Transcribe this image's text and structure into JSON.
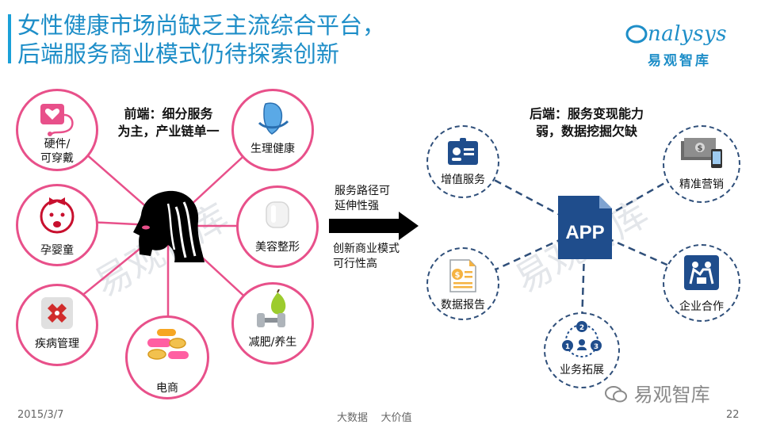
{
  "title": {
    "line1": "女性健康市场尚缺乏主流综合平台，",
    "line2": "后端服务商业模式仍待探索创新"
  },
  "logo": {
    "main": "nalysys",
    "sub": "易观智库"
  },
  "left_heading": {
    "line1": "前端：细分服务",
    "line2": "为主，产业链单一"
  },
  "right_heading": {
    "line1": "后端：服务变现能力",
    "line2": "弱，数据挖掘欠缺"
  },
  "left_nodes": [
    {
      "label_line1": "硬件/",
      "label_line2": "可穿戴",
      "icon": "heart-monitor-icon"
    },
    {
      "label": "生理健康",
      "icon": "sanitary-pad-icon"
    },
    {
      "label": "孕婴童",
      "icon": "baby-face-icon"
    },
    {
      "label": "美容整形",
      "icon": "beauty-jar-icon"
    },
    {
      "label": "疾病管理",
      "icon": "medical-cross-icon"
    },
    {
      "label": "减肥/养生",
      "icon": "dumbbell-pear-icon"
    },
    {
      "label": "电商",
      "icon": "pills-coins-icon"
    }
  ],
  "center_icon": "woman-profile-icon",
  "arrow": {
    "text_top_line1": "服务路径可",
    "text_top_line2": "延伸性强",
    "text_bottom_line1": "创新商业模式",
    "text_bottom_line2": "可行性高"
  },
  "app_label": "APP",
  "right_nodes": [
    {
      "label": "增值服务",
      "icon": "id-card-icon"
    },
    {
      "label": "精准营销",
      "icon": "money-phone-icon"
    },
    {
      "label": "数据报告",
      "icon": "report-icon"
    },
    {
      "label": "企业合作",
      "icon": "cooperation-icon"
    },
    {
      "label": "业务拓展",
      "icon": "network-icon",
      "step_numbers": [
        "1",
        "2",
        "3"
      ]
    }
  ],
  "watermarks": [
    "易观智库",
    "易观智库"
  ],
  "wechat_watermark": "易观智库",
  "footer": {
    "date": "2015/3/7",
    "center": "大数据    大价值",
    "page": "22"
  },
  "colors": {
    "title_blue": "#1e8ec8",
    "pink": "#e8508a",
    "navy": "#2f4f7a",
    "app_blue": "#1f4d8c"
  }
}
